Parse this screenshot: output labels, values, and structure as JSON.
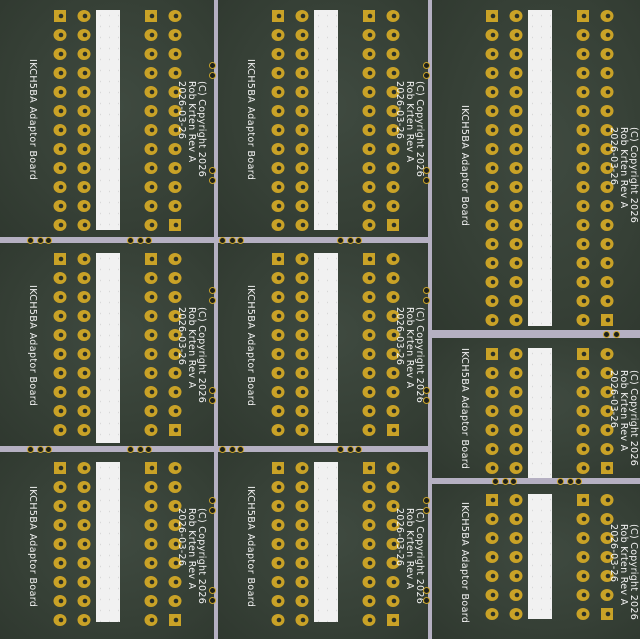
{
  "panel": {
    "boards": [
      {
        "title": "IKCH5BA Adaptor Board",
        "copyright": "(C) Copyright 2026",
        "author": "Rob Krten Rev A",
        "date": "2026-03-26"
      },
      {
        "title": "IKCH5BA Adaptor Board",
        "copyright": "(C) Copyright 2026",
        "author": "Rob Krten Rev A",
        "date": "2026-03-26"
      },
      {
        "title": "IKCH5BA Adaptor Board",
        "copyright": "(C) Copyright 2026",
        "author": "Rob Krten Rev A",
        "date": "2026-03-26"
      },
      {
        "title": "IKCH5BA Adaptor Board",
        "copyright": "(C) Copyright 2026",
        "author": "Rob Krten Rev A",
        "date": "2026-03-26"
      },
      {
        "title": "IKCH5BA Adaptor Board",
        "copyright": "(C) Copyright 2026",
        "author": "Rob Krten Rev A",
        "date": "2026-03-26"
      },
      {
        "title": "IKCH5BA Adaptor Board",
        "copyright": "(C) Copyright 2026",
        "author": "Rob Krten Rev A",
        "date": "2026-03-26"
      },
      {
        "title": "IKCH5BA Adaptor Board",
        "copyright": "(C) Copyright 2026",
        "author": "Rob Krten Rev A",
        "date": "2026-03-26"
      },
      {
        "title": "IKCH5BA Adaptor Board",
        "copyright": "(C) Copyright 2026",
        "author": "Rob Krten Rev A",
        "date": "2026-03-26"
      },
      {
        "title": "IKCH5BA Adaptor Board",
        "copyright": "(C) Copyright 2026",
        "author": "Rob Krten Rev A",
        "date": "2026-03-26"
      }
    ]
  },
  "colors": {
    "solder_mask": "#364036",
    "pad_gold": "#c9a227",
    "silkscreen": "#f1f1f1",
    "panel_gap": "#b5b0c2"
  }
}
